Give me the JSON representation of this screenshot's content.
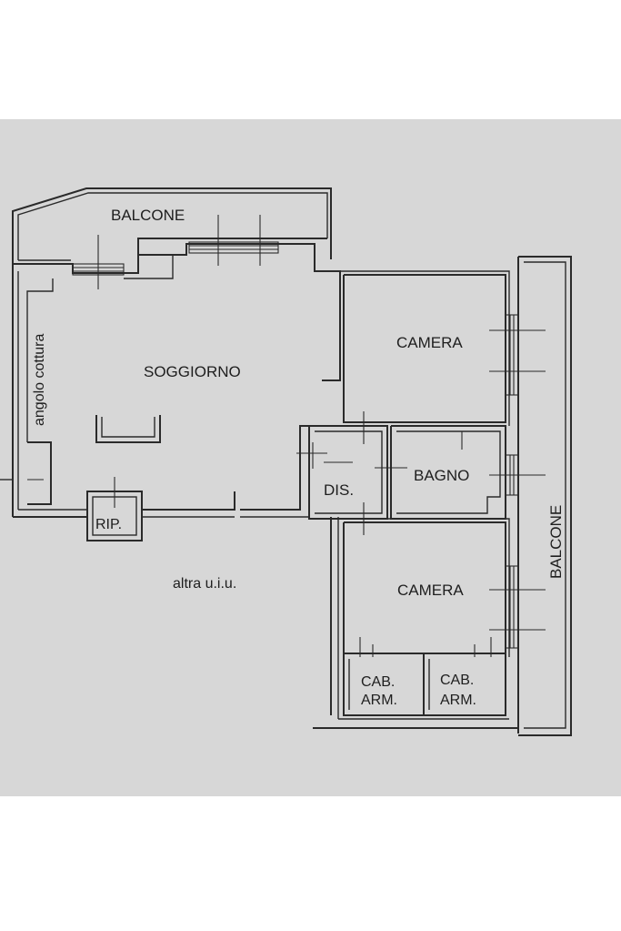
{
  "rooms": {
    "balcone_top": "BALCONE",
    "angolo_cottura": "angolo cottura",
    "soggiorno": "SOGGIORNO",
    "camera_1": "CAMERA",
    "dis": "DIS.",
    "bagno": "BAGNO",
    "rip": "RIP.",
    "altra": "altra u.i.u.",
    "camera_2": "CAMERA",
    "balcone_right": "BALCONE",
    "cab_arm_1": [
      "CAB.",
      "ARM."
    ],
    "cab_arm_2": [
      "CAB.",
      "ARM."
    ]
  },
  "colors": {
    "sheet": "#d7d7d7",
    "line": "#2a2a2a",
    "text": "#1e1e1e"
  }
}
